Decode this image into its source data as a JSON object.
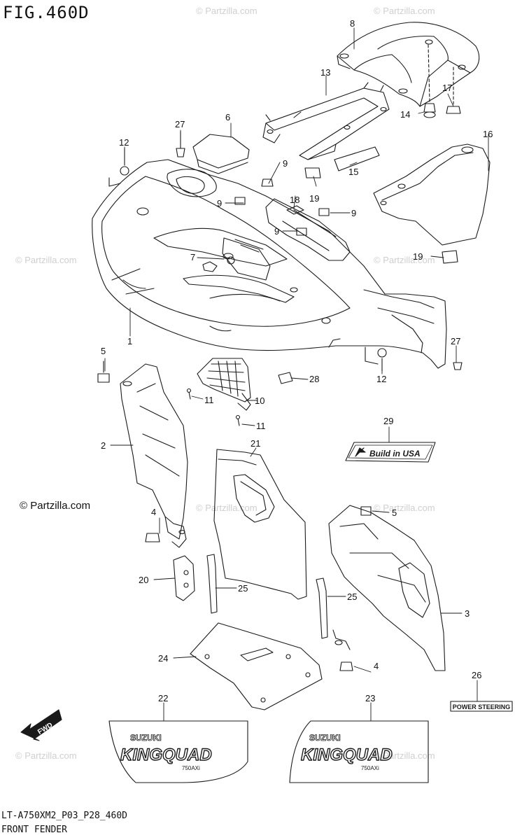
{
  "title": "FIG.460D",
  "drawing_code": "LT-A750XM2_P03_P28_460D",
  "caption": "FRONT FENDER",
  "credit": "© Partzilla.com",
  "watermark": "© Partzilla.com",
  "part_numbers": [
    "1",
    "2",
    "3",
    "4",
    "4",
    "5",
    "5",
    "6",
    "7",
    "8",
    "9",
    "9",
    "9",
    "9",
    "10",
    "11",
    "11",
    "12",
    "12",
    "13",
    "14",
    "15",
    "16",
    "17",
    "18",
    "19",
    "19",
    "20",
    "21",
    "22",
    "23",
    "24",
    "25",
    "25",
    "26",
    "27",
    "27",
    "28",
    "29"
  ],
  "decals": {
    "build_usa": "Build in USA",
    "brand": "SUZUKI",
    "model": "KINGQUAD",
    "model_sub": "750AXi",
    "power_steering": "POWER STEERING",
    "fwd": "FWD"
  },
  "colors": {
    "line": "#1a1a1a",
    "watermark": "#cfcfcf"
  }
}
